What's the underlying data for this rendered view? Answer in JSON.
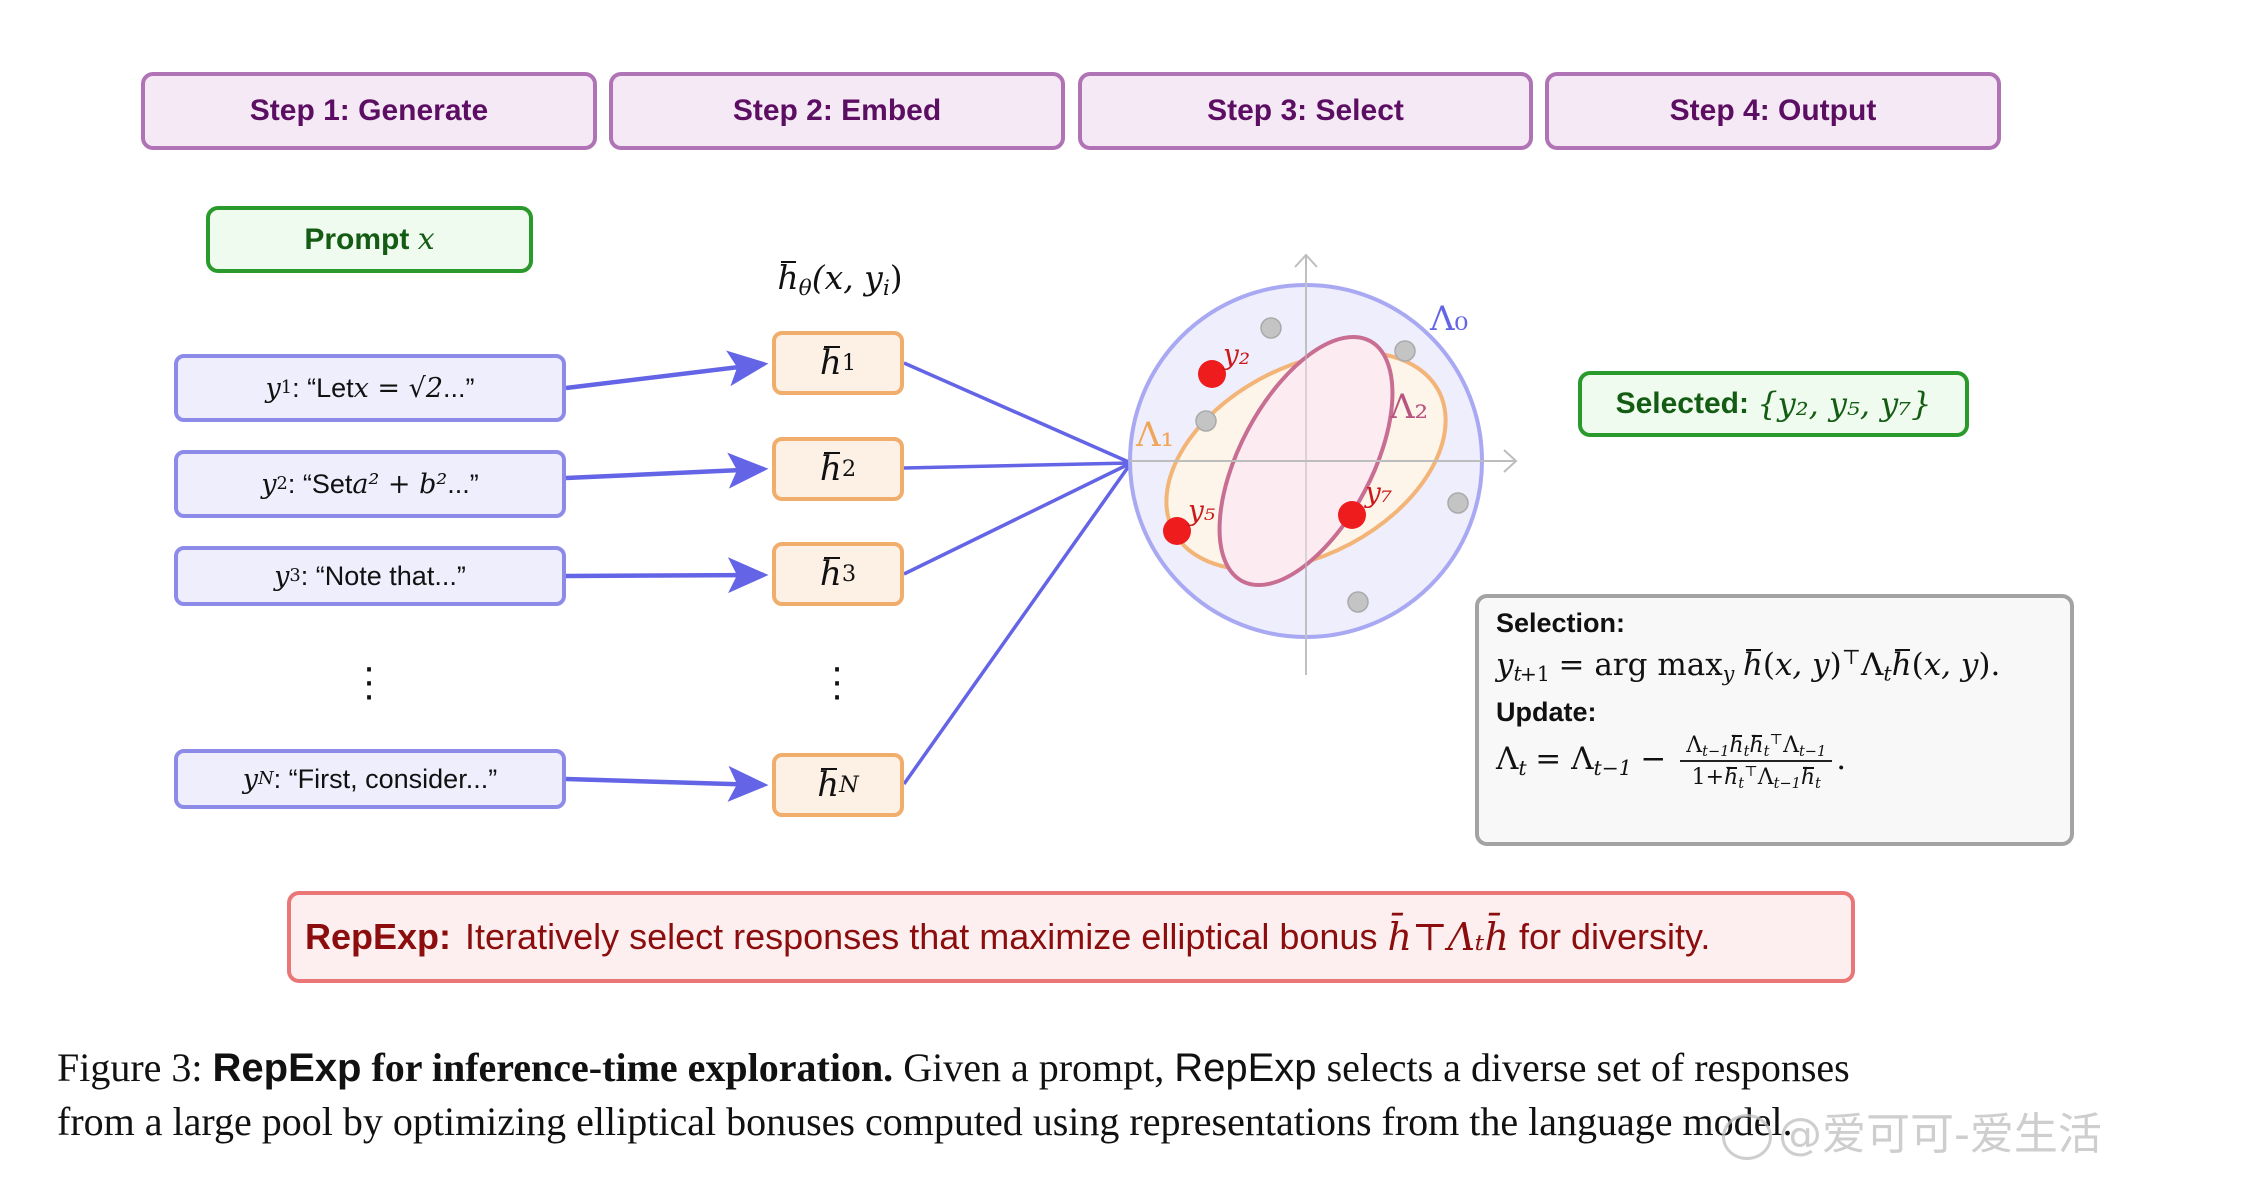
{
  "steps": [
    {
      "label": "Step 1: Generate"
    },
    {
      "label": "Step 2: Embed"
    },
    {
      "label": "Step 3: Select"
    },
    {
      "label": "Step 4: Output"
    }
  ],
  "prompt": {
    "label": "Prompt",
    "var": "x"
  },
  "embedding_label": {
    "h": "h",
    "sub": "θ",
    "args": "(x, y",
    "args_sub": "i",
    "close": ")"
  },
  "responses": [
    {
      "var": "y",
      "sub": "1",
      "text_pre": ": “Let ",
      "math": "x = √2",
      "text_post": "...”"
    },
    {
      "var": "y",
      "sub": "2",
      "text_pre": ": “Set ",
      "math": "a² + b²",
      "text_post": "...”"
    },
    {
      "var": "y",
      "sub": "3",
      "text_pre": ": “Note that...”",
      "math": "",
      "text_post": ""
    },
    {
      "var": "y",
      "sub": "N",
      "text_pre": ": “First, consider...”",
      "math": "",
      "text_post": ""
    }
  ],
  "embeddings": [
    {
      "var": "h",
      "sub": "1"
    },
    {
      "var": "h",
      "sub": "2"
    },
    {
      "var": "h",
      "sub": "3"
    },
    {
      "var": "h",
      "sub": "N"
    }
  ],
  "ellipsis": "⋮",
  "plot": {
    "lambda_labels": {
      "outer": "Λ₀",
      "mid": "Λ₁",
      "inner": "Λ₂"
    },
    "selected_points": [
      {
        "label": "y₂"
      },
      {
        "label": "y₅"
      },
      {
        "label": "y₇"
      }
    ],
    "colors": {
      "outer": "#a9a9f3",
      "mid": "#f3b478",
      "inner": "#c86e92",
      "selected": "#ee1c1c",
      "unselected": "#bdbdbd"
    }
  },
  "selected": {
    "label": "Selected:",
    "set": "{y₂, y₅, y₇}"
  },
  "formulas": {
    "selection_label": "Selection:",
    "selection_eq": "y_{t+1} = arg max_y h̄(x, y)^⊤ Λ_t h̄(x, y).",
    "update_label": "Update:",
    "update_eq": "Λ_t = Λ_{t−1} − (Λ_{t−1} h̄_t h̄_t^⊤ Λ_{t−1}) / (1 + h̄_t^⊤ Λ_{t−1} h̄_t)."
  },
  "repexp": {
    "lead": "RepExp:",
    "text": "Iteratively select responses that maximize elliptical bonus",
    "math": "h̄⊤Λₜh̄",
    "tail": "for diversity."
  },
  "caption": {
    "fig": "Figure 3:",
    "title_sans": "RepExp",
    "title_rest": "for inference-time exploration.",
    "line1_rest_a": "Given a prompt,",
    "line1_sans": "RepExp",
    "line1_rest_b": "selects a diverse set of responses",
    "line2": "from a large pool by optimizing elliptical bonuses computed using representations from the language model."
  },
  "watermark": "@爱可可-爱生活",
  "colors": {
    "step_border": "#b074b6",
    "step_text": "#5c0f62",
    "green": "#2a9a2c",
    "arrow": "#6464e6",
    "orange": "#f1ad6c",
    "red_box": "#e97777"
  }
}
